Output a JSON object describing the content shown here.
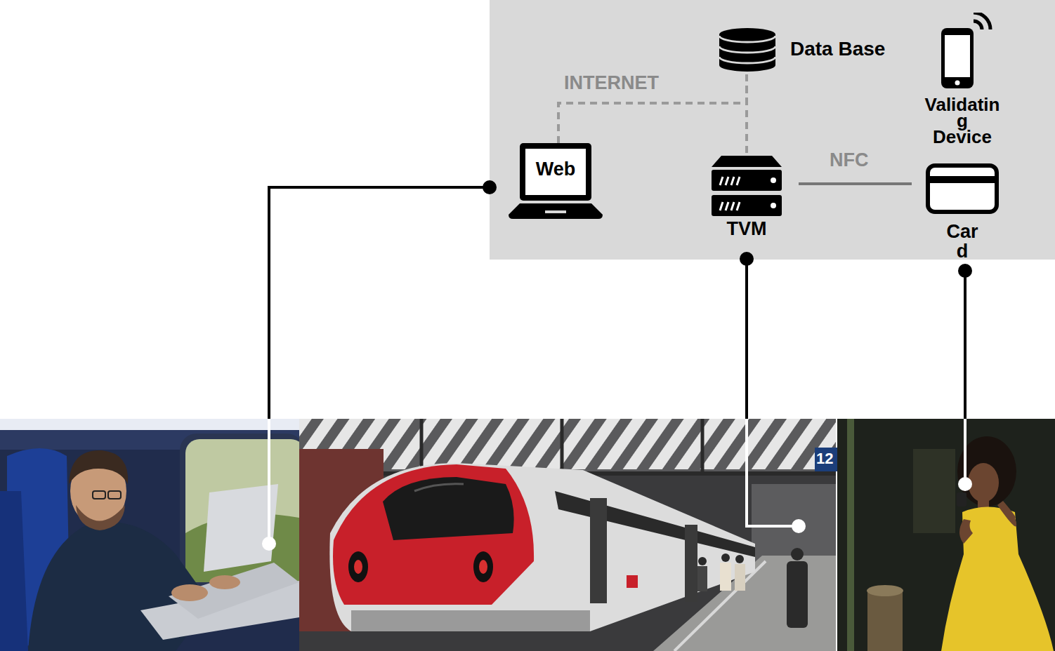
{
  "diagram": {
    "nodes": [
      {
        "text": [
          "Data Base"
        ]
      },
      {
        "text": [
          "Validatin g Device"
        ]
      },
      {
        "text": [
          "Web"
        ]
      },
      {
        "text": [
          "TVM"
        ]
      },
      {
        "text": [
          "Car d"
        ]
      }
    ],
    "edges": [
      {
        "from": 2,
        "to": 0,
        "arrow": "none",
        "label": "INTERNET"
      },
      {
        "from": 0,
        "to": 3,
        "arrow": "none"
      },
      {
        "from": 3,
        "to": 4,
        "arrow": "none",
        "label": "NFC"
      }
    ],
    "labels": [
      "12"
    ]
  }
}
